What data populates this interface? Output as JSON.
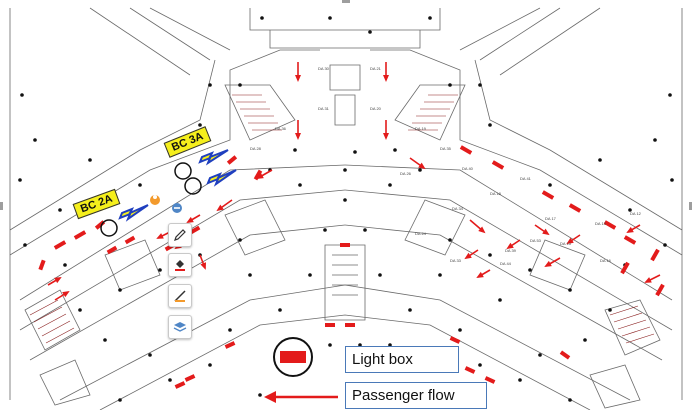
{
  "zones": [
    {
      "id": "bc3a",
      "label": "BC 3A"
    },
    {
      "id": "bc2a",
      "label": "BC 2A"
    }
  ],
  "legend": {
    "lightbox_label": "Light box",
    "flow_label": "Passenger flow"
  },
  "colors": {
    "lightbox": "#e31b1b",
    "flow_arrow": "#e31b1b",
    "zone_fill": "#f5ef1c",
    "blue_arrow": "#1f3fbf",
    "legend_border": "#4a79b8",
    "plan_line": "#555555"
  },
  "toolbar": [
    {
      "id": "pencil",
      "icon": "pencil-icon"
    },
    {
      "id": "fill",
      "icon": "paint-bucket-icon"
    },
    {
      "id": "line",
      "icon": "line-tool-icon"
    },
    {
      "id": "layers",
      "icon": "layers-icon"
    }
  ],
  "gate_labels": [
    "DA 30",
    "DA 21",
    "DA 20",
    "DA 31",
    "DA 36",
    "DA 28",
    "DA 19",
    "DA 35",
    "DA 40",
    "DA 26",
    "DA 18",
    "DA 41",
    "DA 34",
    "DA 24",
    "DA 17",
    "DA 39",
    "DA 13",
    "DA 12",
    "DA 53",
    "DA 33",
    "DA 15",
    "DA 44",
    "DA 16"
  ]
}
